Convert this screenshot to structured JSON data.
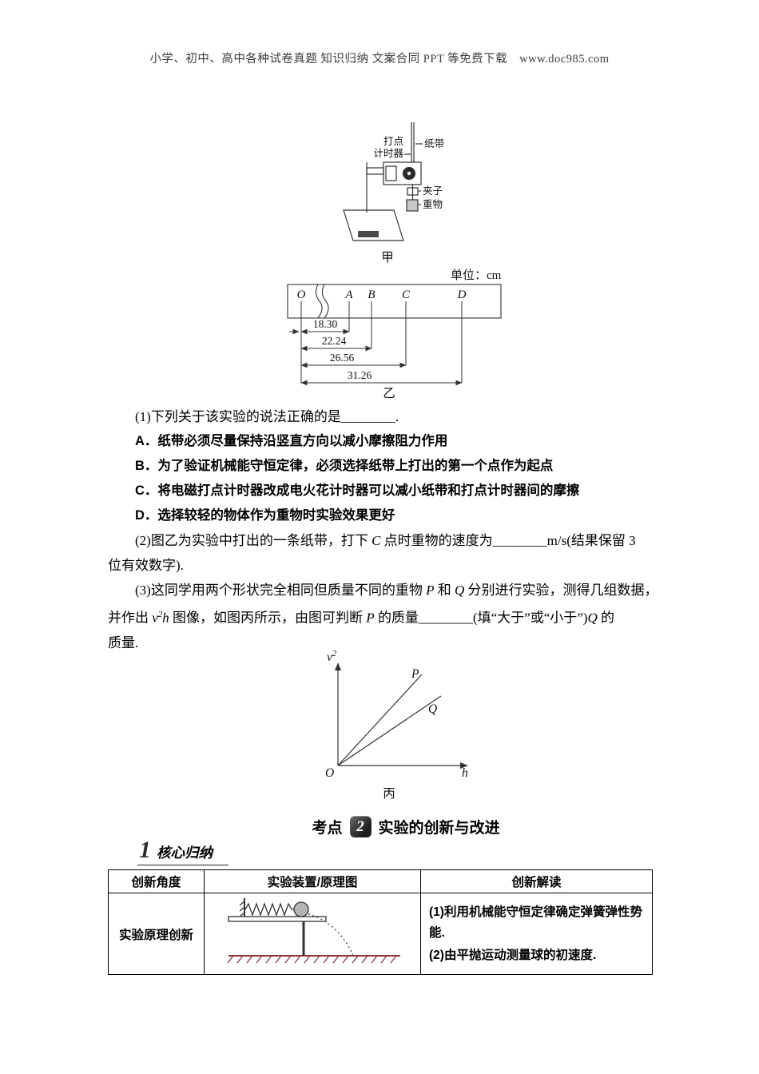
{
  "header": {
    "text": "小学、初中、高中各种试卷真题 知识归纳 文案合同 PPT 等免费下载　www.doc985.com"
  },
  "apparatus": {
    "timer_line1": "打点",
    "timer_line2": "计时器",
    "tape": "纸带",
    "clip": "夹子",
    "weight": "重物",
    "caption": "甲"
  },
  "tape_fig": {
    "unit": "单位：cm",
    "points": {
      "o": "O",
      "a": "A",
      "b": "B",
      "c": "C",
      "d": "D"
    },
    "dims": {
      "d1": "18.30",
      "d2": "22.24",
      "d3": "26.56",
      "d4": "31.26"
    },
    "caption": "乙"
  },
  "questions": {
    "q1": "(1)下列关于该实验的说法正确的是________.",
    "optA": "A．纸带必须尽量保持沿竖直方向以减小摩擦阻力作用",
    "optB": "B．为了验证机械能守恒定律，必须选择纸带上打出的第一个点作为起点",
    "optC": "C．将电磁打点计时器改成电火花计时器可以减小纸带和打点计时器间的摩擦",
    "optD": "D．选择较轻的物体作为重物时实验效果更好",
    "q2": {
      "l1a": "(2)图乙为实验中打出的一条纸带，打下 ",
      "l1b": "C",
      "l1c": " 点时重物的速度为________m/s(结果保留 3",
      "l2": "位有效数字)."
    },
    "q3": {
      "l1a": "(3)这同学用两个形状完全相同但质量不同的重物 ",
      "l1b": "P",
      "l1c": " 和 ",
      "l1d": "Q",
      "l1e": " 分别进行实验，测得几组数据，",
      "l2a": "并作出 ",
      "l2b": "v",
      "l2c": "2",
      "l2d": "h",
      "l2e": " 图像，如图丙所示，由图可判断 ",
      "l2f": "P",
      "l2g": " 的质量________(填“大于”或“小于”)",
      "l2h": "Q",
      "l2i": " 的",
      "l3": "质量."
    }
  },
  "graph": {
    "ylabel": "v",
    "ylabel_sup": "2",
    "p": "P",
    "q": "Q",
    "origin": "O",
    "xlabel": "h",
    "caption": "丙"
  },
  "kaodian": {
    "prefix": "考点",
    "number": "2",
    "title": "实验的创新与改进"
  },
  "core": {
    "number": "1",
    "title": "核心归纳"
  },
  "table": {
    "headers": [
      "创新角度",
      "实验装置/原理图",
      "创新解读"
    ],
    "row": {
      "angle": "实验原理创新",
      "note1": "(1)利用机械能守恒定律确定弹簧弹性势能.",
      "note2": "(2)由平抛运动测量球的初速度."
    }
  }
}
